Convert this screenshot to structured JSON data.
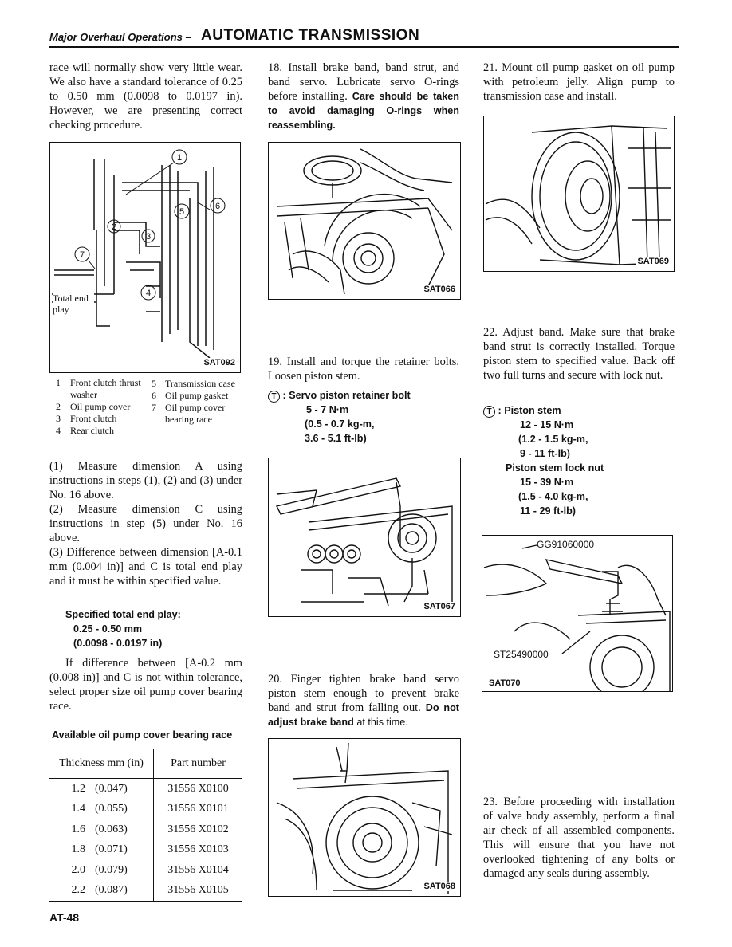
{
  "header": {
    "section": "Major Overhaul Operations –",
    "title": "AUTOMATIC TRANSMISSION"
  },
  "page_number": "AT-48",
  "left": {
    "intro": "race will normally show very little wear. We also have a standard tolerance of 0.25 to 0.50 mm (0.0098 to 0.0197 in). However, we are presenting correct checking procedure.",
    "figure": {
      "code": "SAT092",
      "callouts": [
        "1",
        "2",
        "3",
        "4",
        "5",
        "6",
        "7"
      ],
      "total_end_play": "Total end play"
    },
    "legend": [
      {
        "num": "1",
        "text": "Front clutch thrust washer"
      },
      {
        "num": "2",
        "text": "Oil pump cover"
      },
      {
        "num": "3",
        "text": "Front clutch"
      },
      {
        "num": "4",
        "text": "Rear clutch"
      },
      {
        "num": "5",
        "text": "Transmission case"
      },
      {
        "num": "6",
        "text": "Oil pump gasket"
      },
      {
        "num": "7",
        "text": "Oil pump cover bearing race"
      }
    ],
    "step1": "(1) Measure dimension A using instructions in steps (1), (2) and (3) under No. 16 above.",
    "step2": "(2) Measure dimension C using instructions in step (5) under No. 16 above.",
    "step3": "(3) Difference between dimension [A-0.1 mm (0.004 in)] and C is total end play and it must be within specified value.",
    "spec_title": "Specified total end play:",
    "spec_mm": "0.25 - 0.50 mm",
    "spec_in": "(0.0098 - 0.0197 in)",
    "diff_note": "If difference between [A-0.2 mm (0.008 in)] and C is not within tolerance, select proper size oil pump cover bearing race.",
    "table_title": "Available oil pump cover bearing race",
    "table": {
      "headers": [
        "Thickness mm (in)",
        "Part number"
      ],
      "rows": [
        {
          "thk": "1.2",
          "in": "(0.047)",
          "part": "31556 X0100"
        },
        {
          "thk": "1.4",
          "in": "(0.055)",
          "part": "31556 X0101"
        },
        {
          "thk": "1.6",
          "in": "(0.063)",
          "part": "31556 X0102"
        },
        {
          "thk": "1.8",
          "in": "(0.071)",
          "part": "31556 X0103"
        },
        {
          "thk": "2.0",
          "in": "(0.079)",
          "part": "31556 X0104"
        },
        {
          "thk": "2.2",
          "in": "(0.087)",
          "part": "31556 X0105"
        }
      ]
    }
  },
  "middle": {
    "step18_plain": "18. Install brake band, band strut, and band servo. Lubricate servo O-rings before installing.",
    "step18_bold": "Care should be taken to avoid damaging O-rings when reassembling.",
    "fig066": "SAT066",
    "step19": "19. Install and torque the retainer bolts. Loosen piston stem.",
    "torque_icon": "T",
    "servo_label": ": Servo piston retainer bolt",
    "servo_nm": "5 - 7 N·m",
    "servo_kgm": "(0.5 - 0.7 kg-m,",
    "servo_ftlb": "3.6 - 5.1 ft-lb)",
    "fig067": "SAT067",
    "step20_plain": "20. Finger tighten brake band servo piston stem enough to prevent brake band and strut from falling out.",
    "step20_bold": "Do not adjust brake band",
    "step20_tail": "at this time.",
    "fig068": "SAT068"
  },
  "right": {
    "step21": "21. Mount oil pump gasket on oil pump with petroleum jelly. Align pump to transmission case and install.",
    "fig069": "SAT069",
    "step22": "22. Adjust band. Make sure that brake band strut is correctly installed. Torque piston stem to specified value. Back off two full turns and secure with lock nut.",
    "torque_icon": "T",
    "piston_label": ": Piston stem",
    "piston_nm": "12 - 15 N·m",
    "piston_kgm": "(1.2 - 1.5 kg-m,",
    "piston_ftlb": "9 - 11 ft-lb)",
    "lock_label": "Piston stem lock nut",
    "lock_nm": "15 - 39 N·m",
    "lock_kgm": "(1.5 - 4.0 kg-m,",
    "lock_ftlb": "11 - 29 ft-lb)",
    "fig070": "SAT070",
    "tool1": "GG91060000",
    "tool2": "ST25490000",
    "step23": "23. Before proceeding with installation of valve body assembly, perform a final air check of all assembled components. This will ensure that you have not overlooked tightening of any bolts or damaged any seals during assembly."
  }
}
